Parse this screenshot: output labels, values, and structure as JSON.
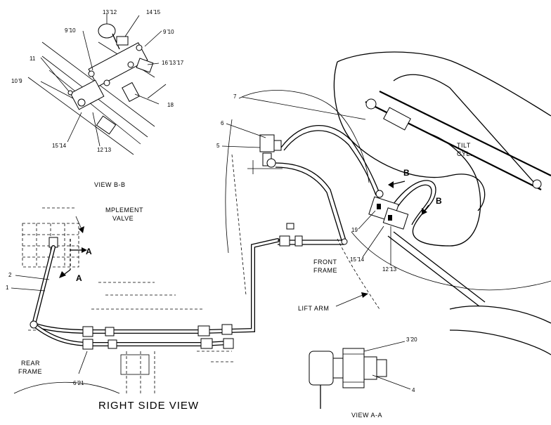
{
  "view_titles": {
    "right_side": "RIGHT  SIDE VIEW",
    "view_bb": "VIEW  B-B",
    "view_aa": "VIEW  A-A"
  },
  "component_labels": {
    "implement_valve_line1": "MPLEMENT",
    "implement_valve_line2": "VALVE",
    "rear_frame_line1": "REAR",
    "rear_frame_line2": "FRAME",
    "front_frame_line1": "FRONT",
    "front_frame_line2": "FRAME",
    "lift_arm": "LIFT ARM",
    "tilt_cyl_line1": "TILT",
    "tilt_cyl_line2": "CYL."
  },
  "section_markers": {
    "a": "A",
    "b": "B"
  },
  "callouts": {
    "bb_13_12": "13  ̄12",
    "bb_14_15": "14  ̄15",
    "bb_9_10_left": "9  ̄10",
    "bb_9_10_right": "9  ̄10",
    "bb_11": "11",
    "bb_10_9": "10  ̄9",
    "bb_16_13_17": "16  ̄13  ̄17",
    "bb_18": "18",
    "bb_15_14": "15  ̄14",
    "bb_12_13": "12  ̄13",
    "side_7": "7",
    "side_6": "6",
    "side_5": "5",
    "side_2": "2",
    "side_1": "1",
    "side_6_21": "6  ̄21",
    "side_19": "19",
    "side_15_14": "15  ̄14",
    "side_12_13": "12  ̄13",
    "aa_3_20": "3  ̄20",
    "aa_4": "4"
  }
}
